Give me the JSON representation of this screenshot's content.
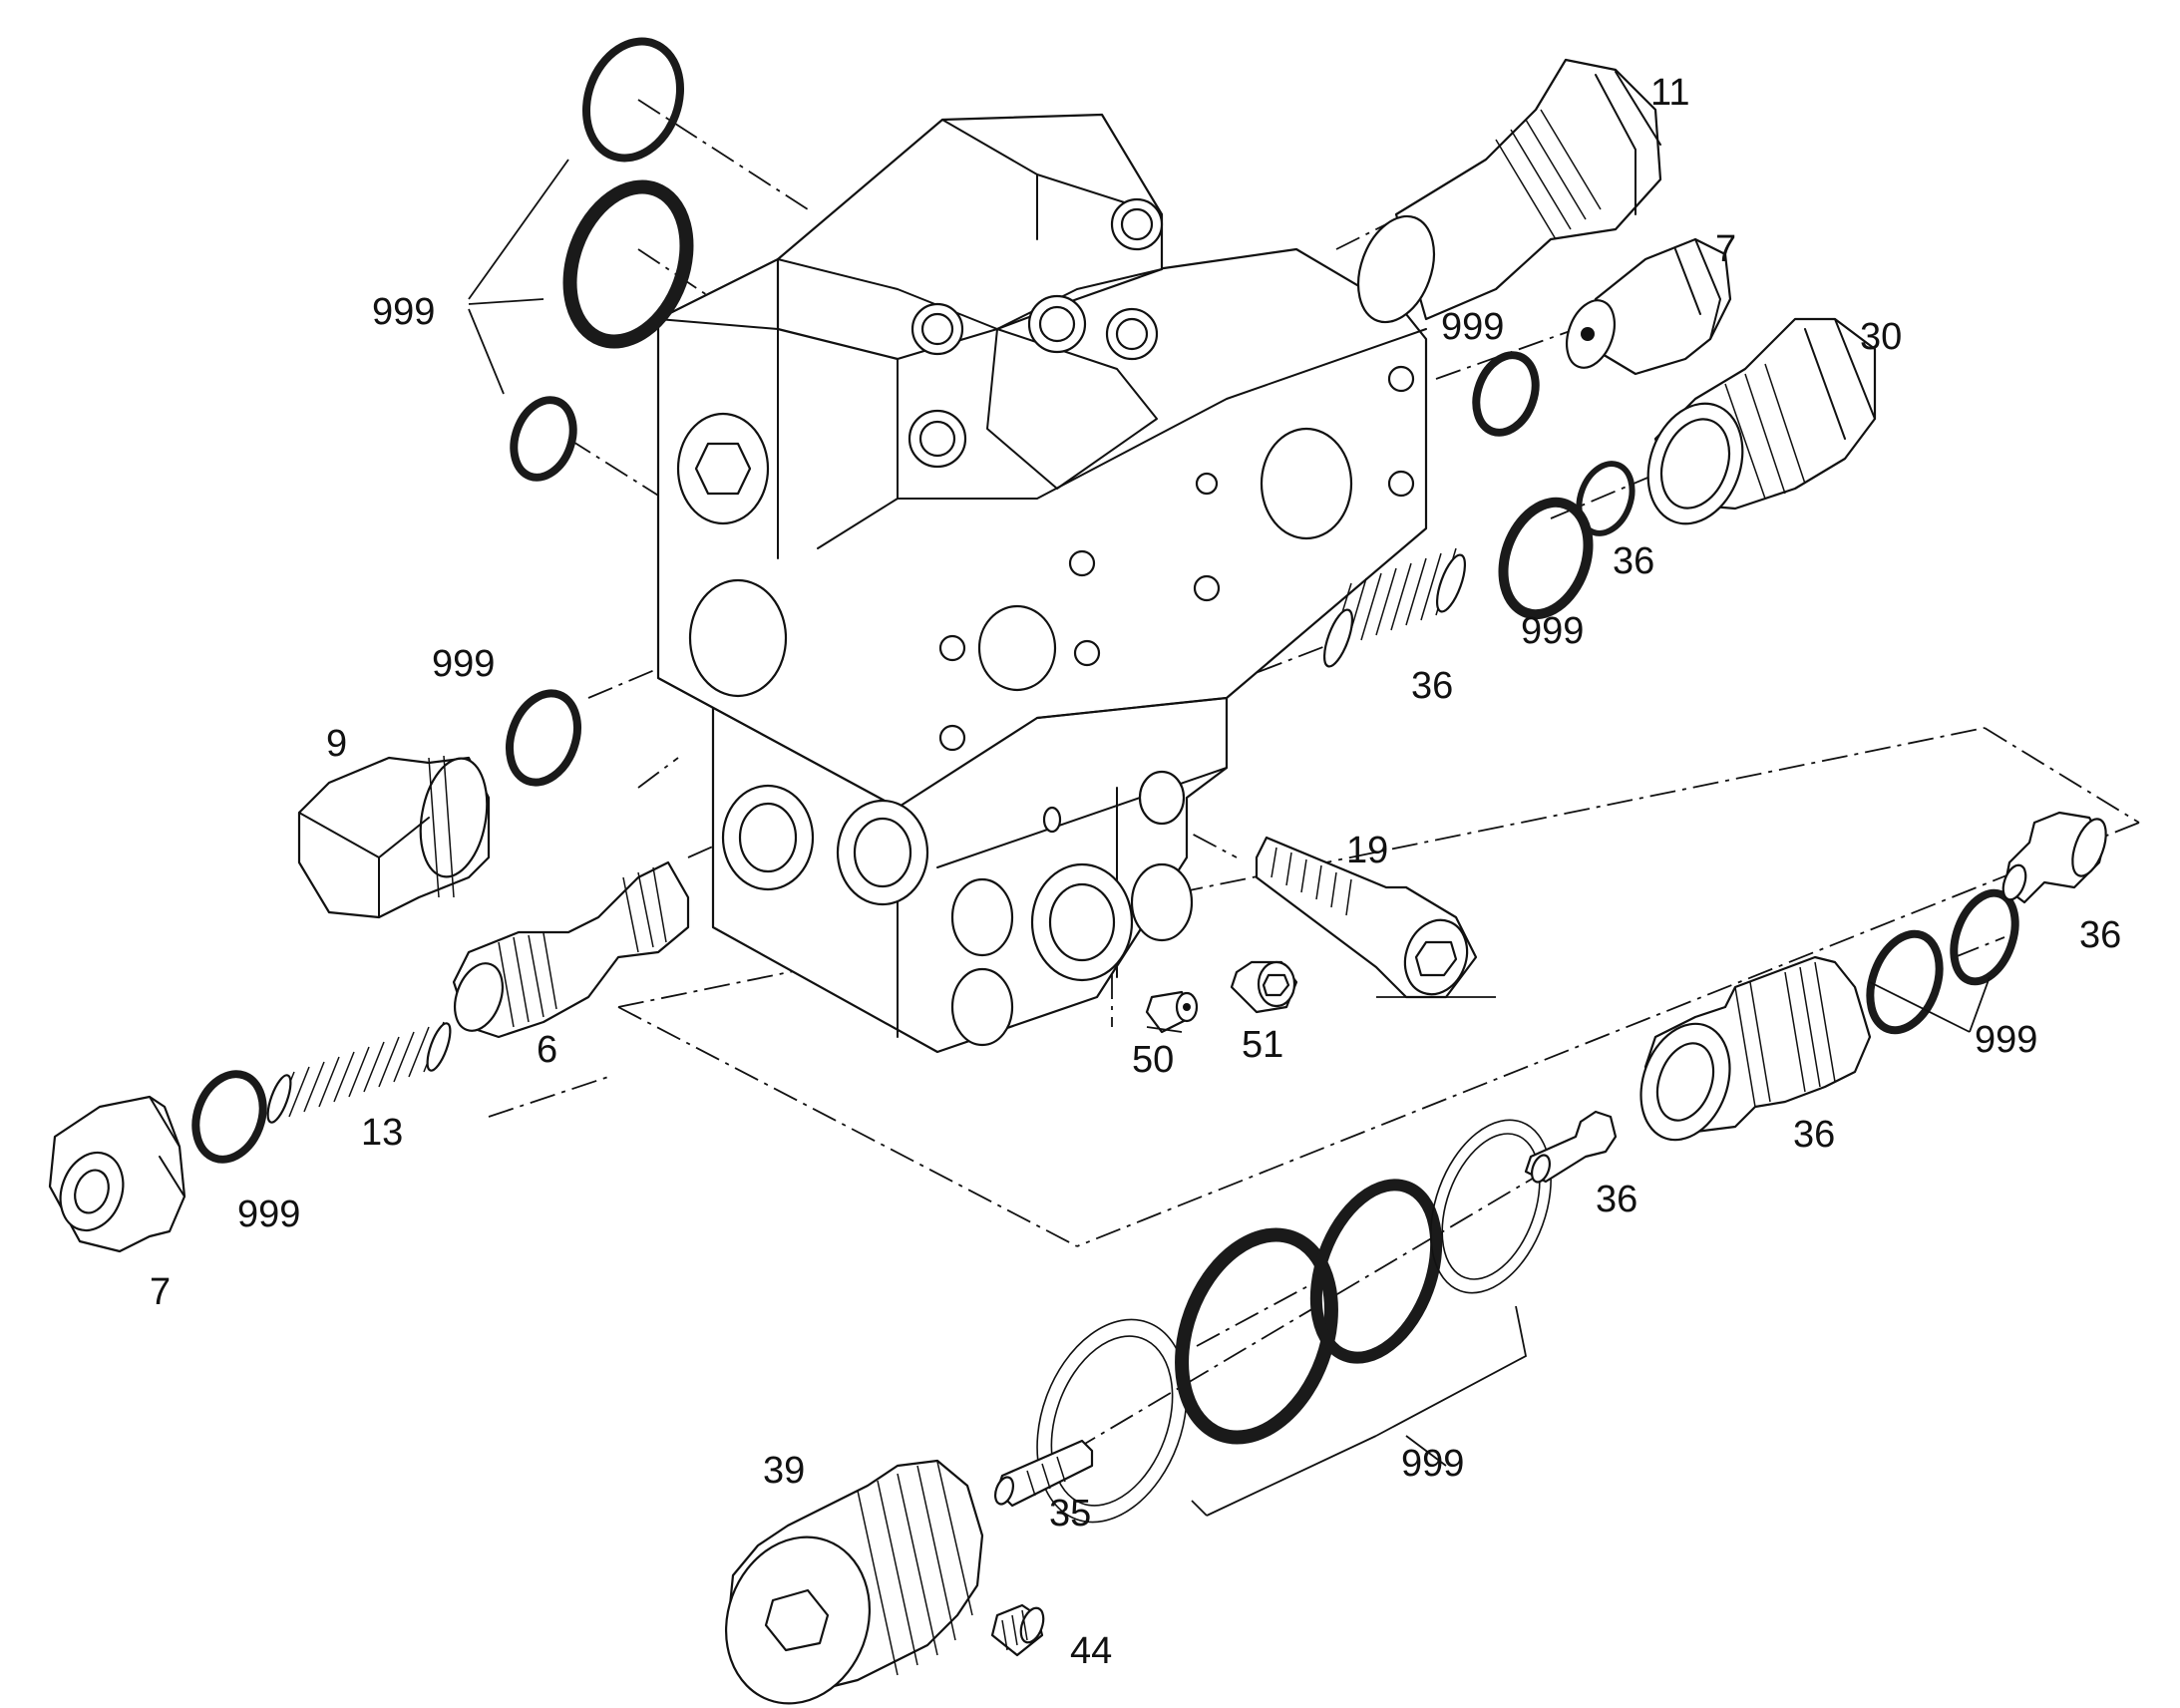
{
  "colors": {
    "line": "#111111",
    "background": "#ffffff",
    "seal": "#333333"
  },
  "labels": {
    "l11": "11",
    "l7_top": "7",
    "l30": "30",
    "l999_top_group": "999",
    "l999_right_top": "999",
    "l36_right_ring": "36",
    "l999_right_mid": "999",
    "l36_spring_right": "36",
    "l999_left_mid": "999",
    "l9": "9",
    "l19": "19",
    "l36_far_right": "36",
    "l999_lower_right": "999",
    "l6": "6",
    "l50": "50",
    "l51": "51",
    "l13": "13",
    "l36_cartridge": "36",
    "l36_pin": "36",
    "l999_lower_left": "999",
    "l7_left": "7",
    "l999_bottom_group": "999",
    "l39": "39",
    "l35": "35",
    "l44": "44"
  }
}
